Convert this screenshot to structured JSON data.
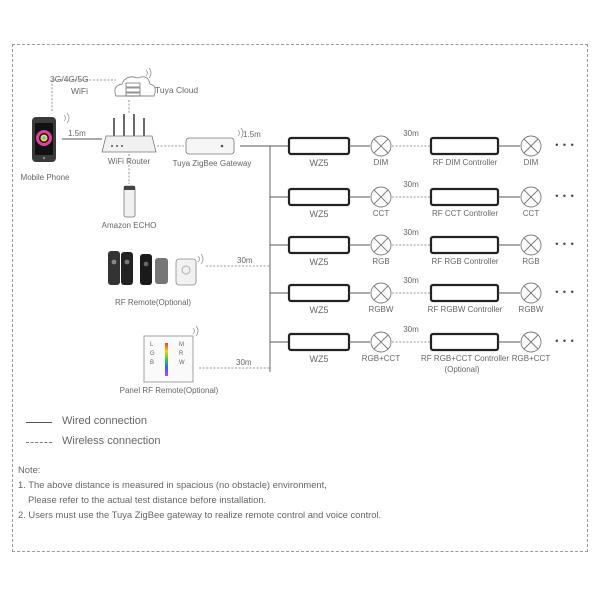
{
  "diagram": {
    "labels": {
      "cellular": "3G/4G/5G",
      "wifi": "WiFi",
      "cloud": "Tuya Cloud",
      "phone": "Mobile Phone",
      "router": "WiFi Router",
      "gateway": "Tuya ZigBee Gateway",
      "echo": "Amazon ECHO",
      "rf_remote": "RF Remote(Optional)",
      "panel_remote": "Panel RF Remote(Optional)",
      "dist_phone_router": "1.5m",
      "dist_gateway_bus": "1.5m",
      "dist_rf_remote": "30m",
      "dist_panel_remote": "30m"
    },
    "panel_letters": [
      "L",
      "M",
      "R",
      "G",
      "B",
      "W"
    ],
    "rows": [
      {
        "receiver": "WZ5",
        "lamp": "DIM",
        "distance": "30m",
        "controller": "RF DIM Controller",
        "controller_sub": "",
        "lamp2": "DIM",
        "more": "• • •"
      },
      {
        "receiver": "WZ5",
        "lamp": "CCT",
        "distance": "30m",
        "controller": "RF CCT Controller",
        "controller_sub": "",
        "lamp2": "CCT",
        "more": "• • •"
      },
      {
        "receiver": "WZ5",
        "lamp": "RGB",
        "distance": "30m",
        "controller": "RF RGB Controller",
        "controller_sub": "",
        "lamp2": "RGB",
        "more": "• • •"
      },
      {
        "receiver": "WZ5",
        "lamp": "RGBW",
        "distance": "30m",
        "controller": "RF RGBW Controller",
        "controller_sub": "",
        "lamp2": "RGBW",
        "more": "• • •"
      },
      {
        "receiver": "WZ5",
        "lamp": "RGB+CCT",
        "distance": "30m",
        "controller": "RF RGB+CCT Controller",
        "controller_sub": "(Optional)",
        "lamp2": "RGB+CCT",
        "more": "• • •"
      }
    ]
  },
  "legend": {
    "wired": "Wired connection",
    "wireless": "Wireless connection"
  },
  "notes": {
    "title": "Note:",
    "lines": [
      "1. The above distance is measured in spacious (no obstacle) environment,",
      "Please refer to the actual test distance before installation.",
      "2. Users must use the Tuya ZigBee gateway to realize remote control and voice control."
    ]
  },
  "colors": {
    "line": "#555555",
    "device": "#3a3a3a",
    "text": "#666666"
  }
}
